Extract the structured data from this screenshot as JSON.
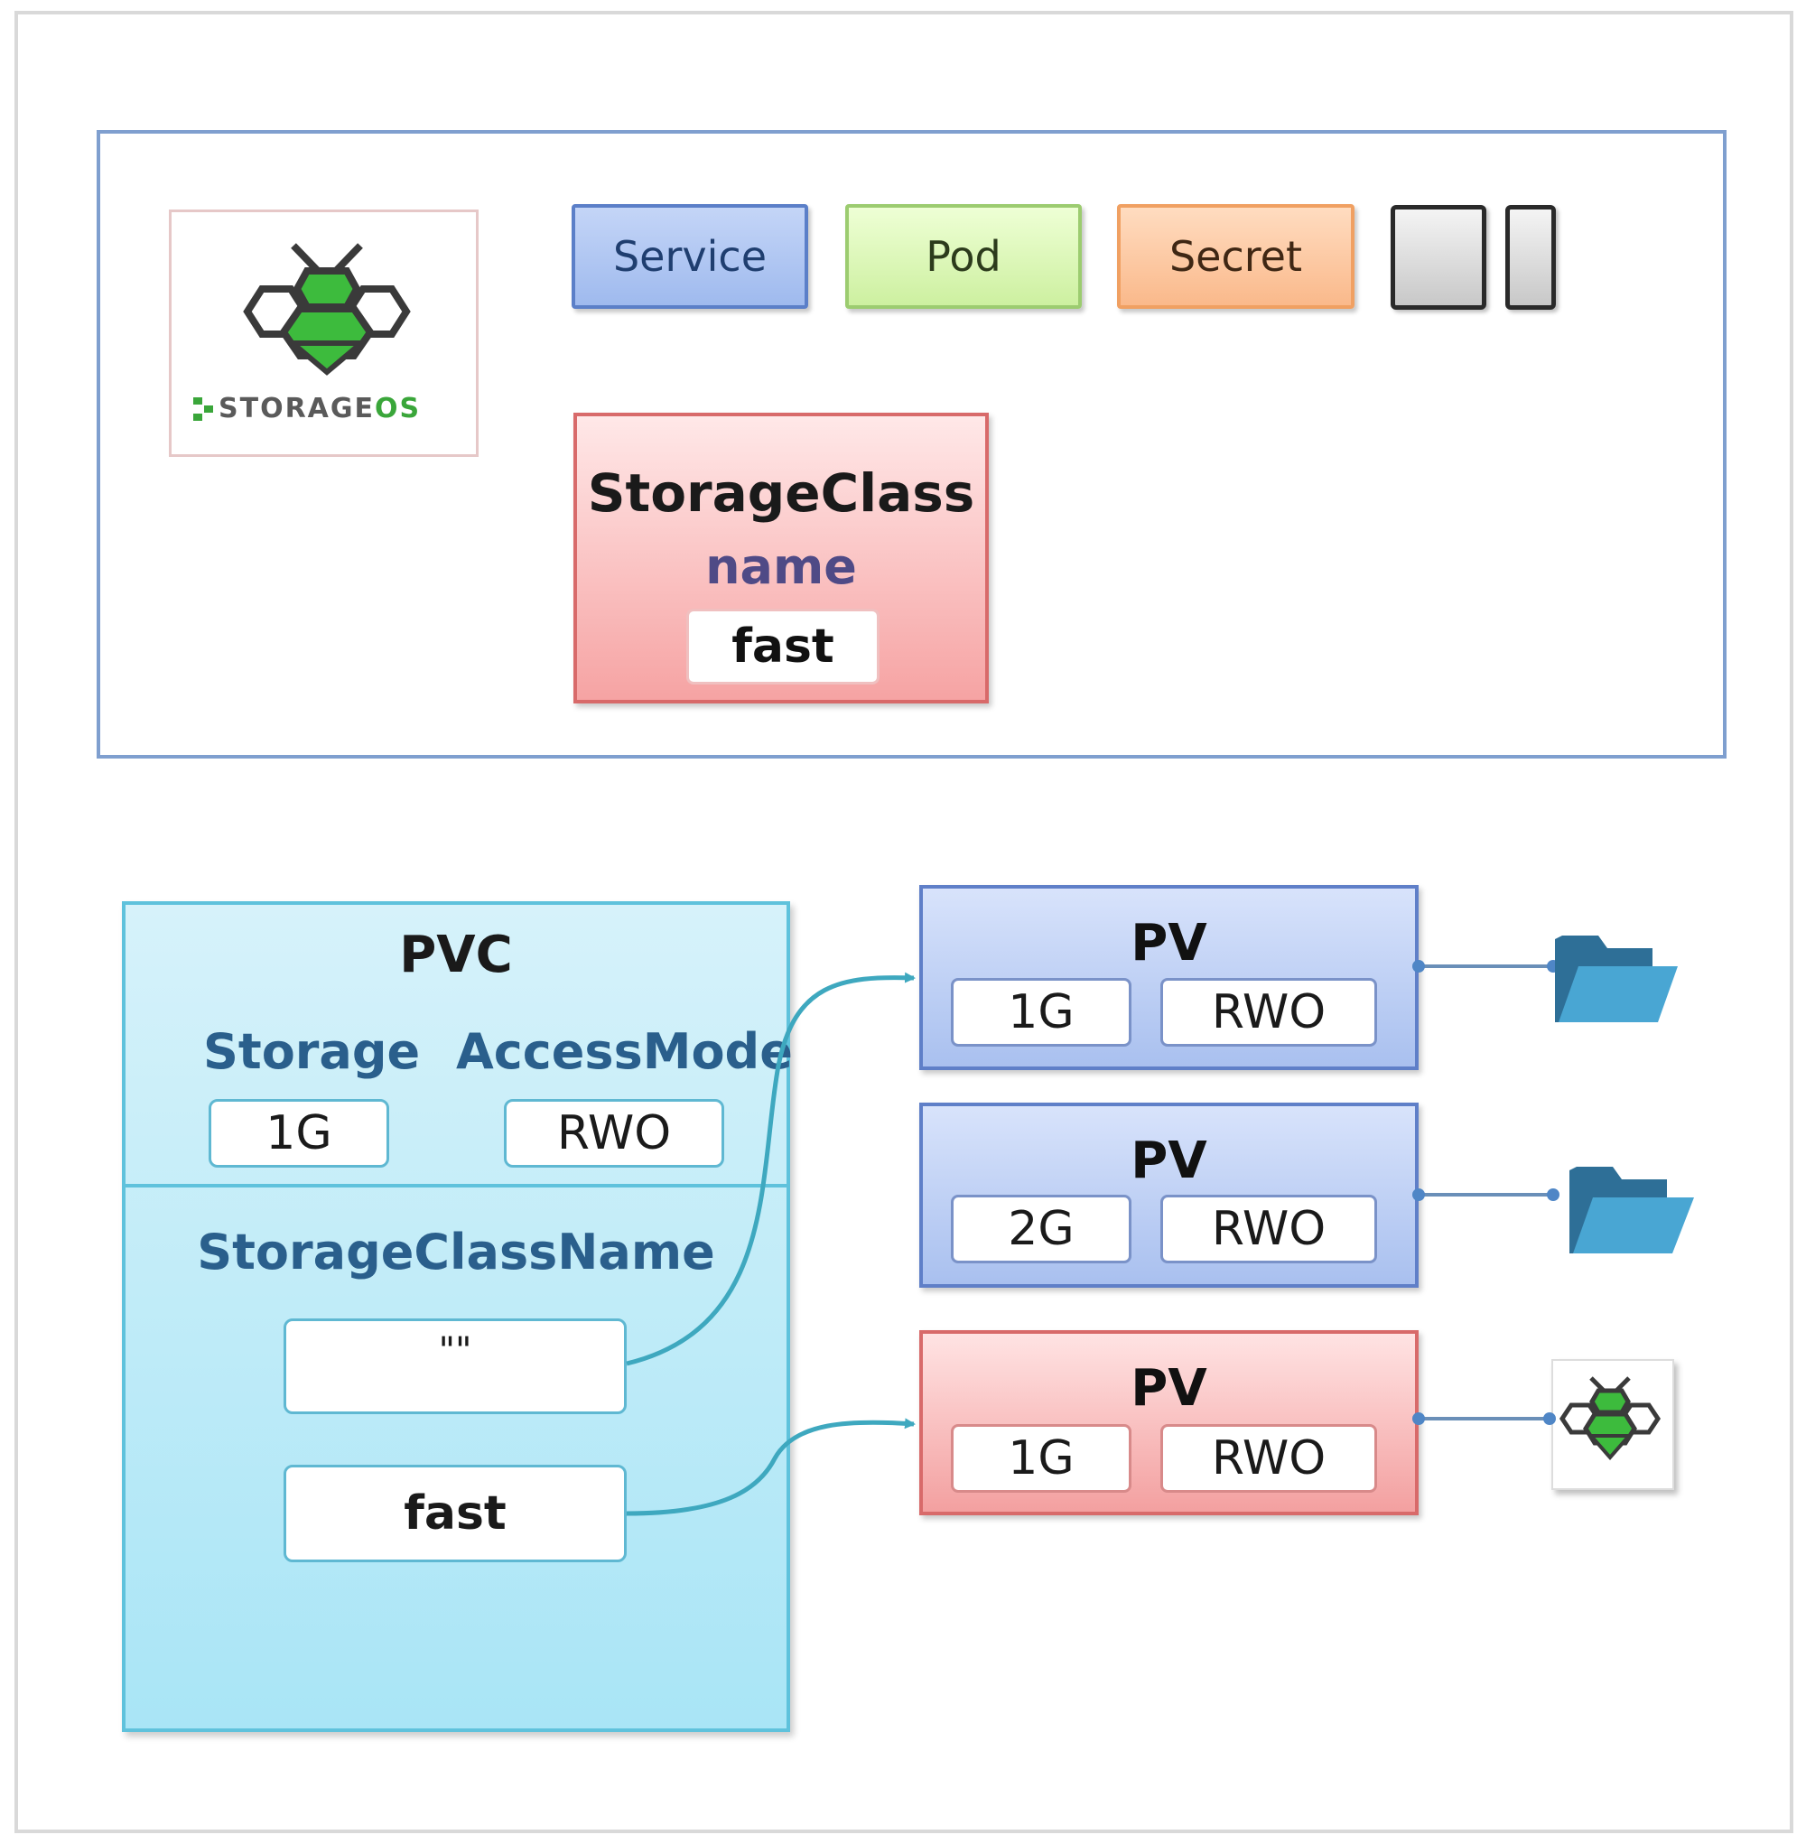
{
  "logo": {
    "brand_prefix": "STORAGE",
    "brand_suffix": "OS"
  },
  "cluster": {
    "chips": [
      {
        "label": "Service",
        "color": "#a9c3f0"
      },
      {
        "label": "Pod",
        "color": "#d6f5b0"
      },
      {
        "label": "Secret",
        "color": "#fcc49a"
      }
    ],
    "storage_class": {
      "title": "StorageClass",
      "field_label": "name",
      "value": "fast"
    }
  },
  "pvc": {
    "title": "PVC",
    "storage_label": "Storage",
    "storage_value": "1G",
    "access_label": "AccessMode",
    "access_value": "RWO",
    "storage_class_name_label": "StorageClassName",
    "class_options": [
      "\"\"",
      "fast"
    ]
  },
  "pvs": [
    {
      "title": "PV",
      "size": "1G",
      "mode": "RWO",
      "backend": "folder-icon",
      "color": "#a9c0ef"
    },
    {
      "title": "PV",
      "size": "2G",
      "mode": "RWO",
      "backend": "folder-icon",
      "color": "#a9c0ef"
    },
    {
      "title": "PV",
      "size": "1G",
      "mode": "RWO",
      "backend": "storageos-bee-icon",
      "color": "#f3a0a0"
    }
  ]
}
